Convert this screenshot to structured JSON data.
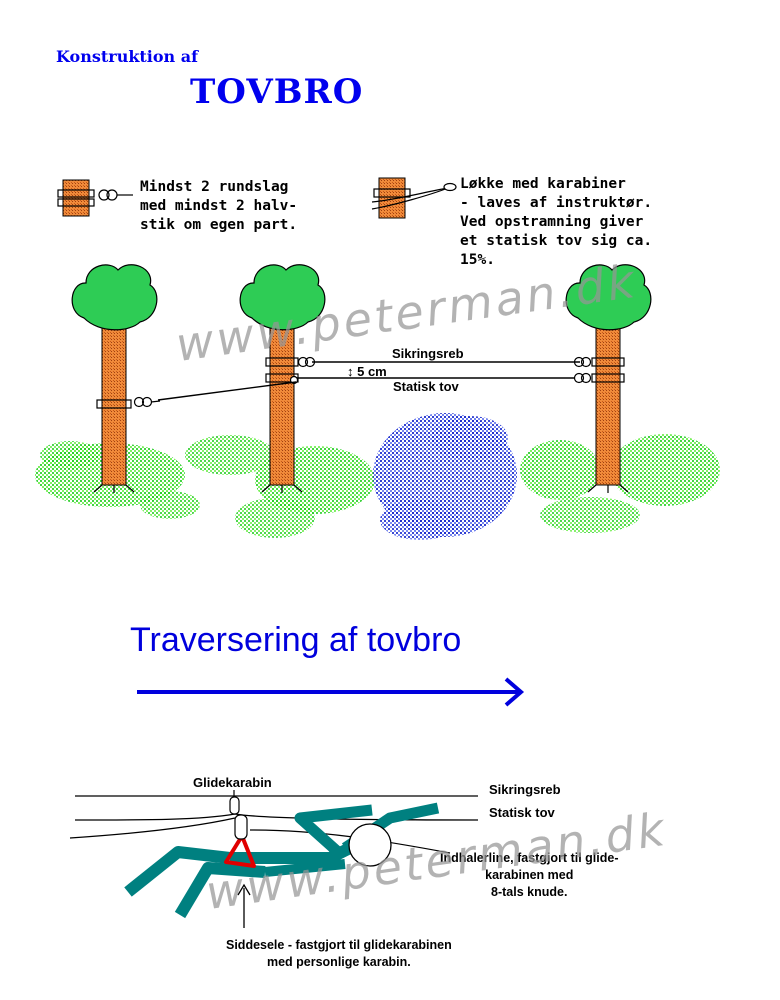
{
  "header": {
    "kicker": "Konstruktion af",
    "title": "TOVBRO"
  },
  "notes": {
    "left": "Mindst 2 rundslag\nmed mindst 2 halv-\nstik om egen part.",
    "right": "Løkke med karabiner\n- laves af instruktør.\nVed opstramning giver\net statisk tov sig ca.\n15%."
  },
  "top_diagram": {
    "sikringsreb": "Sikringsreb",
    "gap": "↕ 5 cm",
    "statisk_tov": "Statisk tov"
  },
  "section2": {
    "title": "Traversering af tovbro"
  },
  "bottom_diagram": {
    "glidekarabin": "Glidekarabin",
    "sikringsreb": "Sikringsreb",
    "statisk_tov": "Statisk tov",
    "indhalerline": "Indhalerline, fastgjort til glide-\nkarabinen med\n8-tals knude.",
    "siddesele": "Siddesele - fastgjort til glidekarabinen\nmed personlige karabin."
  },
  "watermark": "www.peterman.dk",
  "colors": {
    "title_blue": "#0000ee",
    "trunk": "#e07a2a",
    "foliage": "#2ecc55",
    "grass": "#33cc33",
    "water": "#2233cc",
    "person": "#008080",
    "harness": "#e00000"
  }
}
